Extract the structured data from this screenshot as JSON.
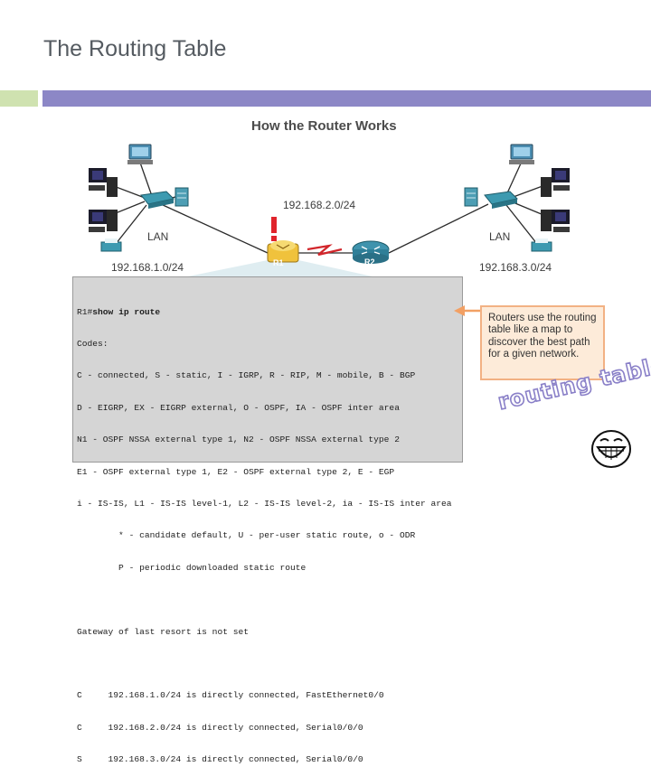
{
  "slide": {
    "title": "The Routing Table"
  },
  "figure": {
    "title": "How the Router Works",
    "labels": {
      "wan_net": "192.168.2.0/24",
      "left_lan": "LAN",
      "right_lan": "LAN",
      "left_net": "192.168.1.0/24",
      "right_net": "192.168.3.0/24",
      "r1": "R1",
      "r2": "R2"
    }
  },
  "cli": {
    "prompt": "R1#",
    "command": "show ip route",
    "lines": [
      "Codes:",
      "C - connected, S - static, I - IGRP, R - RIP, M - mobile, B - BGP",
      "D - EIGRP, EX - EIGRP external, O - OSPF, IA - OSPF inter area",
      "N1 - OSPF NSSA external type 1, N2 - OSPF NSSA external type 2",
      "E1 - OSPF external type 1, E2 - OSPF external type 2, E - EGP",
      "i - IS-IS, L1 - IS-IS level-1, L2 - IS-IS level-2, ia - IS-IS inter area",
      "        * - candidate default, U - per-user static route, o - ODR",
      "        P - periodic downloaded static route",
      "",
      "Gateway of last resort is not set",
      "",
      "C     192.168.1.0/24 is directly connected, FastEthernet0/0",
      "C     192.168.2.0/24 is directly connected, Serial0/0/0",
      "S     192.168.3.0/24 is directly connected, Serial0/0/0"
    ]
  },
  "callout": {
    "text": "Routers use the routing table like a map to discover the best path for a given network."
  },
  "annotation": {
    "text": "routing table !"
  },
  "colors": {
    "title": "#555b61",
    "band_green": "#cfe2b0",
    "band_purple": "#8c87c6",
    "callout_border": "#f2b183",
    "callout_bg": "#fdebd9",
    "handwriting": "#8a80c8"
  }
}
